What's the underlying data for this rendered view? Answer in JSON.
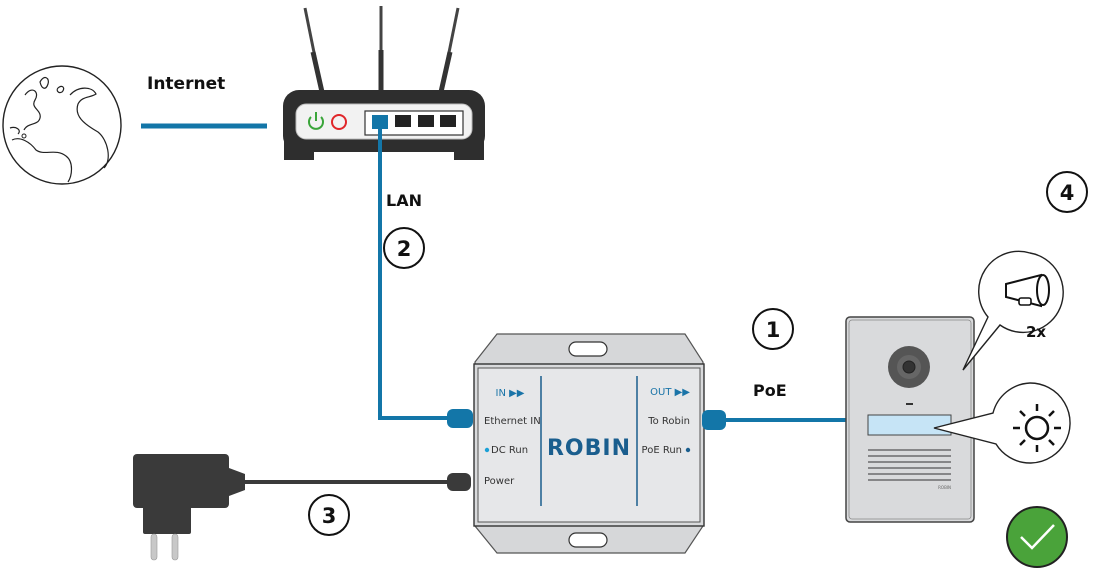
{
  "diagram": {
    "title": "Robin PoE installation diagram",
    "colors": {
      "cable_blue": "#1376a8",
      "adapter_dark": "#3a3a3a",
      "device_grey": "#d9dadc",
      "power_green": "#3aa53a",
      "status_red": "#e0262a",
      "check_green": "#4aa33a",
      "display_blue": "#c6e4f6",
      "logo_blue": "#1a5e8e"
    },
    "labels": {
      "internet": "Internet",
      "lan": "LAN",
      "poe": "PoE",
      "repeat": "2x"
    },
    "steps": [
      "1",
      "2",
      "3",
      "4"
    ],
    "injector": {
      "in_header": "IN ▶▶",
      "out_header": "OUT ▶▶",
      "ethernet_in": "Ethernet IN",
      "dc_run": "DC Run",
      "power": "Power",
      "to_robin": "To Robin",
      "poe_run": "PoE Run",
      "logo": "ROBIN"
    },
    "door_station": {
      "brand_mark": "ROBIN"
    },
    "icons": [
      "globe-icon",
      "router-icon",
      "power-adapter-icon",
      "poe-injector-icon",
      "door-station-icon",
      "megaphone-icon",
      "sun-icon",
      "checkmark-icon"
    ]
  }
}
